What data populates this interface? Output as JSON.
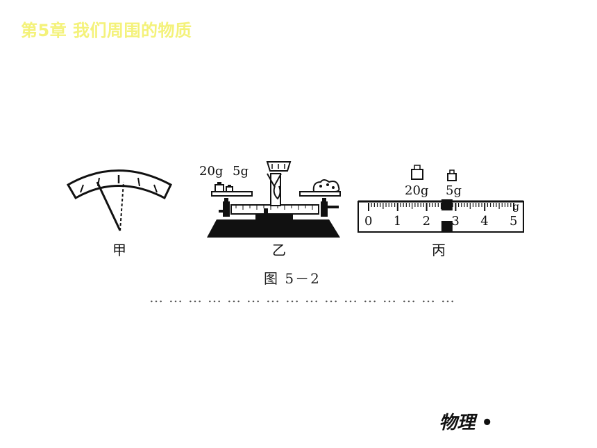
{
  "header": {
    "title": "第5章  我们周围的物质"
  },
  "figure": {
    "panel_labels": {
      "jia": "甲",
      "yi": "乙",
      "bing": "丙"
    },
    "weights_yi": {
      "w1": "20g",
      "w2": "5g"
    },
    "weights_bing": {
      "w1": "20g",
      "w2": "5g"
    },
    "ruler": {
      "numbers": [
        "0",
        "1",
        "2",
        "3",
        "4",
        "5"
      ],
      "unit": "g",
      "slider_position_g": 2.7
    },
    "caption": "图 5－2"
  },
  "partial_line": "…………………………………………",
  "footer": {
    "text": "物理 •"
  },
  "colors": {
    "title": "#f4f27a",
    "ink": "#111111"
  }
}
